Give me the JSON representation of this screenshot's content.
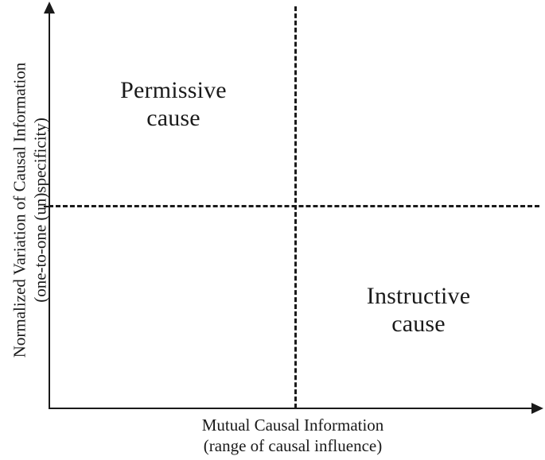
{
  "figure": {
    "type": "conceptual-quadrant-diagram",
    "background_color": "#ffffff",
    "stroke_color": "#1a1a1a"
  },
  "axes": {
    "x": {
      "title_line1": "Mutual Causal Information",
      "title_line2": "(range of causal influence)",
      "arrow": "right-arrow-icon"
    },
    "y": {
      "title_line1": "Normalized Variation of Causal Information",
      "title_line2": "(one-to-one (un)specificity)",
      "arrow": "up-arrow-icon"
    }
  },
  "dividers": {
    "horizontal_style": "dashed",
    "vertical_style": "dashed"
  },
  "quadrants": [
    {
      "id": "permissive",
      "line1": "Permissive",
      "line2": "cause",
      "position": "top-left"
    },
    {
      "id": "instructive",
      "line1": "Instructive",
      "line2": "cause",
      "position": "bottom-right"
    }
  ],
  "chart_data": {
    "type": "scatter",
    "title": "",
    "xlabel": "Mutual Causal Information (range of causal influence)",
    "ylabel": "Normalized Variation of Causal Information (one-to-one (un)specificity)",
    "xlim": [
      0,
      1
    ],
    "ylim": [
      0,
      1
    ],
    "grid": false,
    "legend": "none",
    "annotations": [
      {
        "text": "Permissive cause",
        "x": 0.26,
        "y": 0.77
      },
      {
        "text": "Instructive cause",
        "x": 0.76,
        "y": 0.25
      }
    ],
    "reference_lines": [
      {
        "orientation": "horizontal",
        "y": 0.51,
        "style": "dashed"
      },
      {
        "orientation": "vertical",
        "x": 0.51,
        "style": "dashed"
      }
    ],
    "x": [],
    "values": []
  }
}
